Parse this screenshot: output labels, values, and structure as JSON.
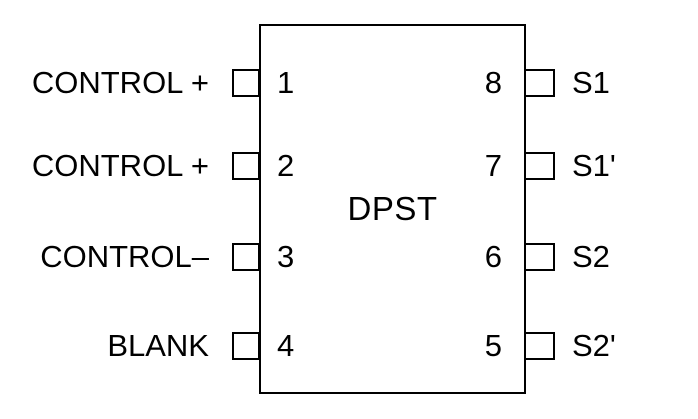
{
  "diagram": {
    "chip_label": "DPST",
    "colors": {
      "background": "#ffffff",
      "line": "#000000",
      "text": "#000000"
    },
    "pins": {
      "left": [
        {
          "number": "1",
          "label": "CONTROL +"
        },
        {
          "number": "2",
          "label": "CONTROL +"
        },
        {
          "number": "3",
          "label": "CONTROL–"
        },
        {
          "number": "4",
          "label": "BLANK"
        }
      ],
      "right": [
        {
          "number": "8",
          "label": "S1"
        },
        {
          "number": "7",
          "label": "S1'"
        },
        {
          "number": "6",
          "label": "S2"
        },
        {
          "number": "5",
          "label": "S2'"
        }
      ]
    }
  }
}
